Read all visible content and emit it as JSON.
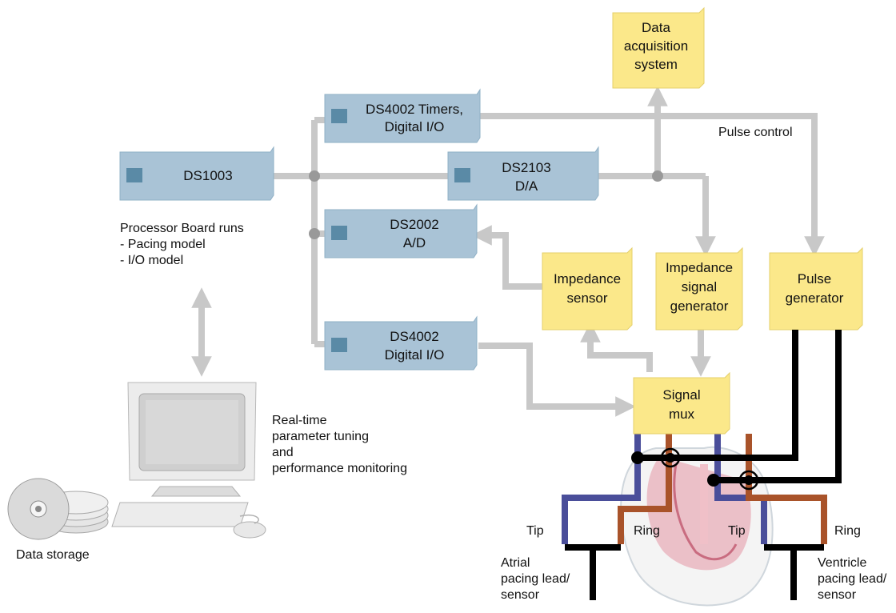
{
  "boards": {
    "ds1003": "DS1003",
    "timers": [
      "DS4002 Timers,",
      "Digital I/O"
    ],
    "ds2103": [
      "DS2103",
      "D/A"
    ],
    "ds2002": [
      "DS2002",
      "A/D"
    ],
    "ds4002_dio": [
      "DS4002",
      "Digital I/O"
    ]
  },
  "boxes": {
    "data_acq": [
      "Data",
      "acquisition",
      "system"
    ],
    "imp_sensor": [
      "Impedance",
      "sensor"
    ],
    "imp_gen": [
      "Impedance",
      "signal",
      "generator"
    ],
    "pulse_gen": [
      "Pulse",
      "generator"
    ],
    "signal_mux": [
      "Signal",
      "mux"
    ]
  },
  "labels": {
    "pulse_control": "Pulse control",
    "processor": [
      "Processor Board runs",
      "- Pacing model",
      "- I/O model"
    ],
    "realtime": [
      "Real-time",
      "parameter tuning",
      "and",
      "performance monitoring"
    ],
    "data_storage": "Data storage",
    "tip_left": "Tip",
    "ring_left": "Ring",
    "tip_right": "Tip",
    "ring_right": "Ring",
    "atrial": [
      "Atrial",
      "pacing lead/",
      "sensor"
    ],
    "ventricle": [
      "Ventricle",
      "pacing lead/",
      "sensor"
    ]
  },
  "colors": {
    "board_fill": "#a9c3d6",
    "box_fill": "#fbe88a",
    "line_gray": "#c8c8c8",
    "lead_blue": "#4a4e9a",
    "lead_brown": "#a9532a"
  }
}
